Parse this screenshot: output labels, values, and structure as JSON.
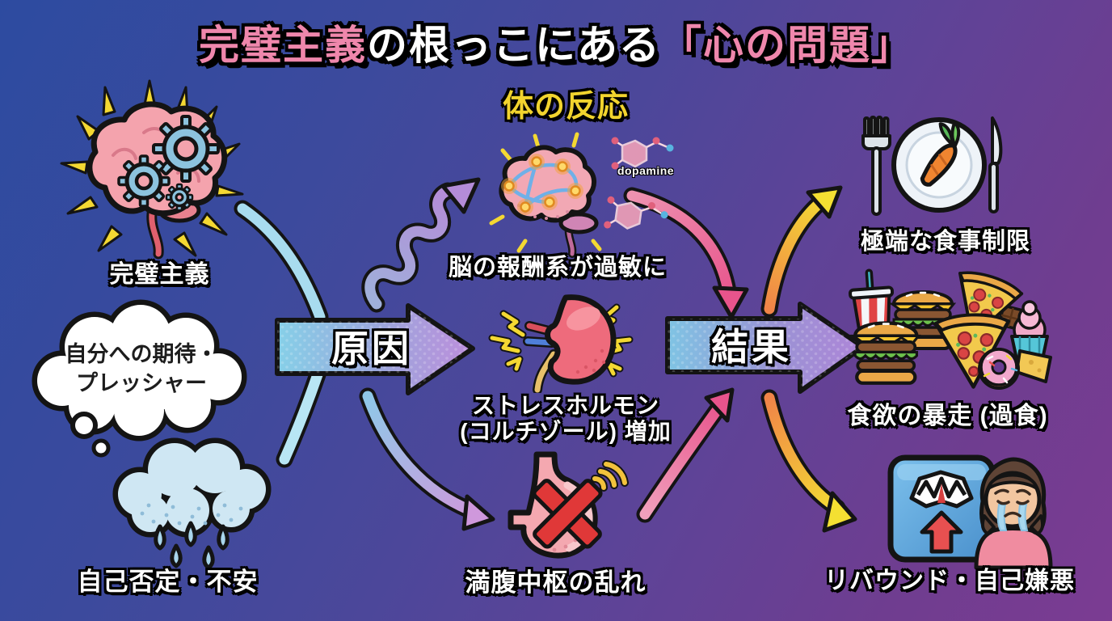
{
  "title": {
    "pre": "完璧主義",
    "mid": "の根っこにある",
    "post": "「心の問題」"
  },
  "section_label": "体の反応",
  "flow": {
    "cause_label": "原因",
    "result_label": "結果"
  },
  "causes": {
    "perfectionism": {
      "label": "完璧主義",
      "icon": "brain-gears-icon"
    },
    "pressure": {
      "line1": "自分への期待・",
      "line2": "プレッシャー",
      "icon": "thought-cloud-icon"
    },
    "self_denial": {
      "label": "自己否定・不安",
      "icon": "rain-cloud-icon"
    }
  },
  "body_reactions": {
    "reward_system": {
      "label": "脳の報酬系が過敏に",
      "molecule_label": "dopamine",
      "icon": "brain-network-icon"
    },
    "stress_hormone": {
      "line1": "ストレスホルモン",
      "line2": "(コルチゾール) 増加",
      "icon": "kidney-icon"
    },
    "satiety_center": {
      "label": "満腹中枢の乱れ",
      "icon": "stomach-x-icon"
    }
  },
  "results": {
    "restriction": {
      "label": "極端な食事制限",
      "icon": "plate-fork-knife-icon"
    },
    "binge": {
      "label": "食欲の暴走 (過食)",
      "icon": "junk-food-icon"
    },
    "rebound": {
      "label": "リバウンド・自己嫌悪",
      "icon": "scale-crying-person-icon"
    }
  },
  "colors": {
    "background_top_left": "#2d4ba0",
    "background_bottom_right": "#7b3c92",
    "title_accent_pink": "#ef87ac",
    "section_label_yellow": "#f2d42e",
    "cause_arrow_blue": "#86d0e8",
    "result_arrow_purple": "#a985d8",
    "highlight_pink_arrow": "#e8548c",
    "highlight_yellow_arrow": "#f4e032",
    "outline_black": "#141414"
  }
}
